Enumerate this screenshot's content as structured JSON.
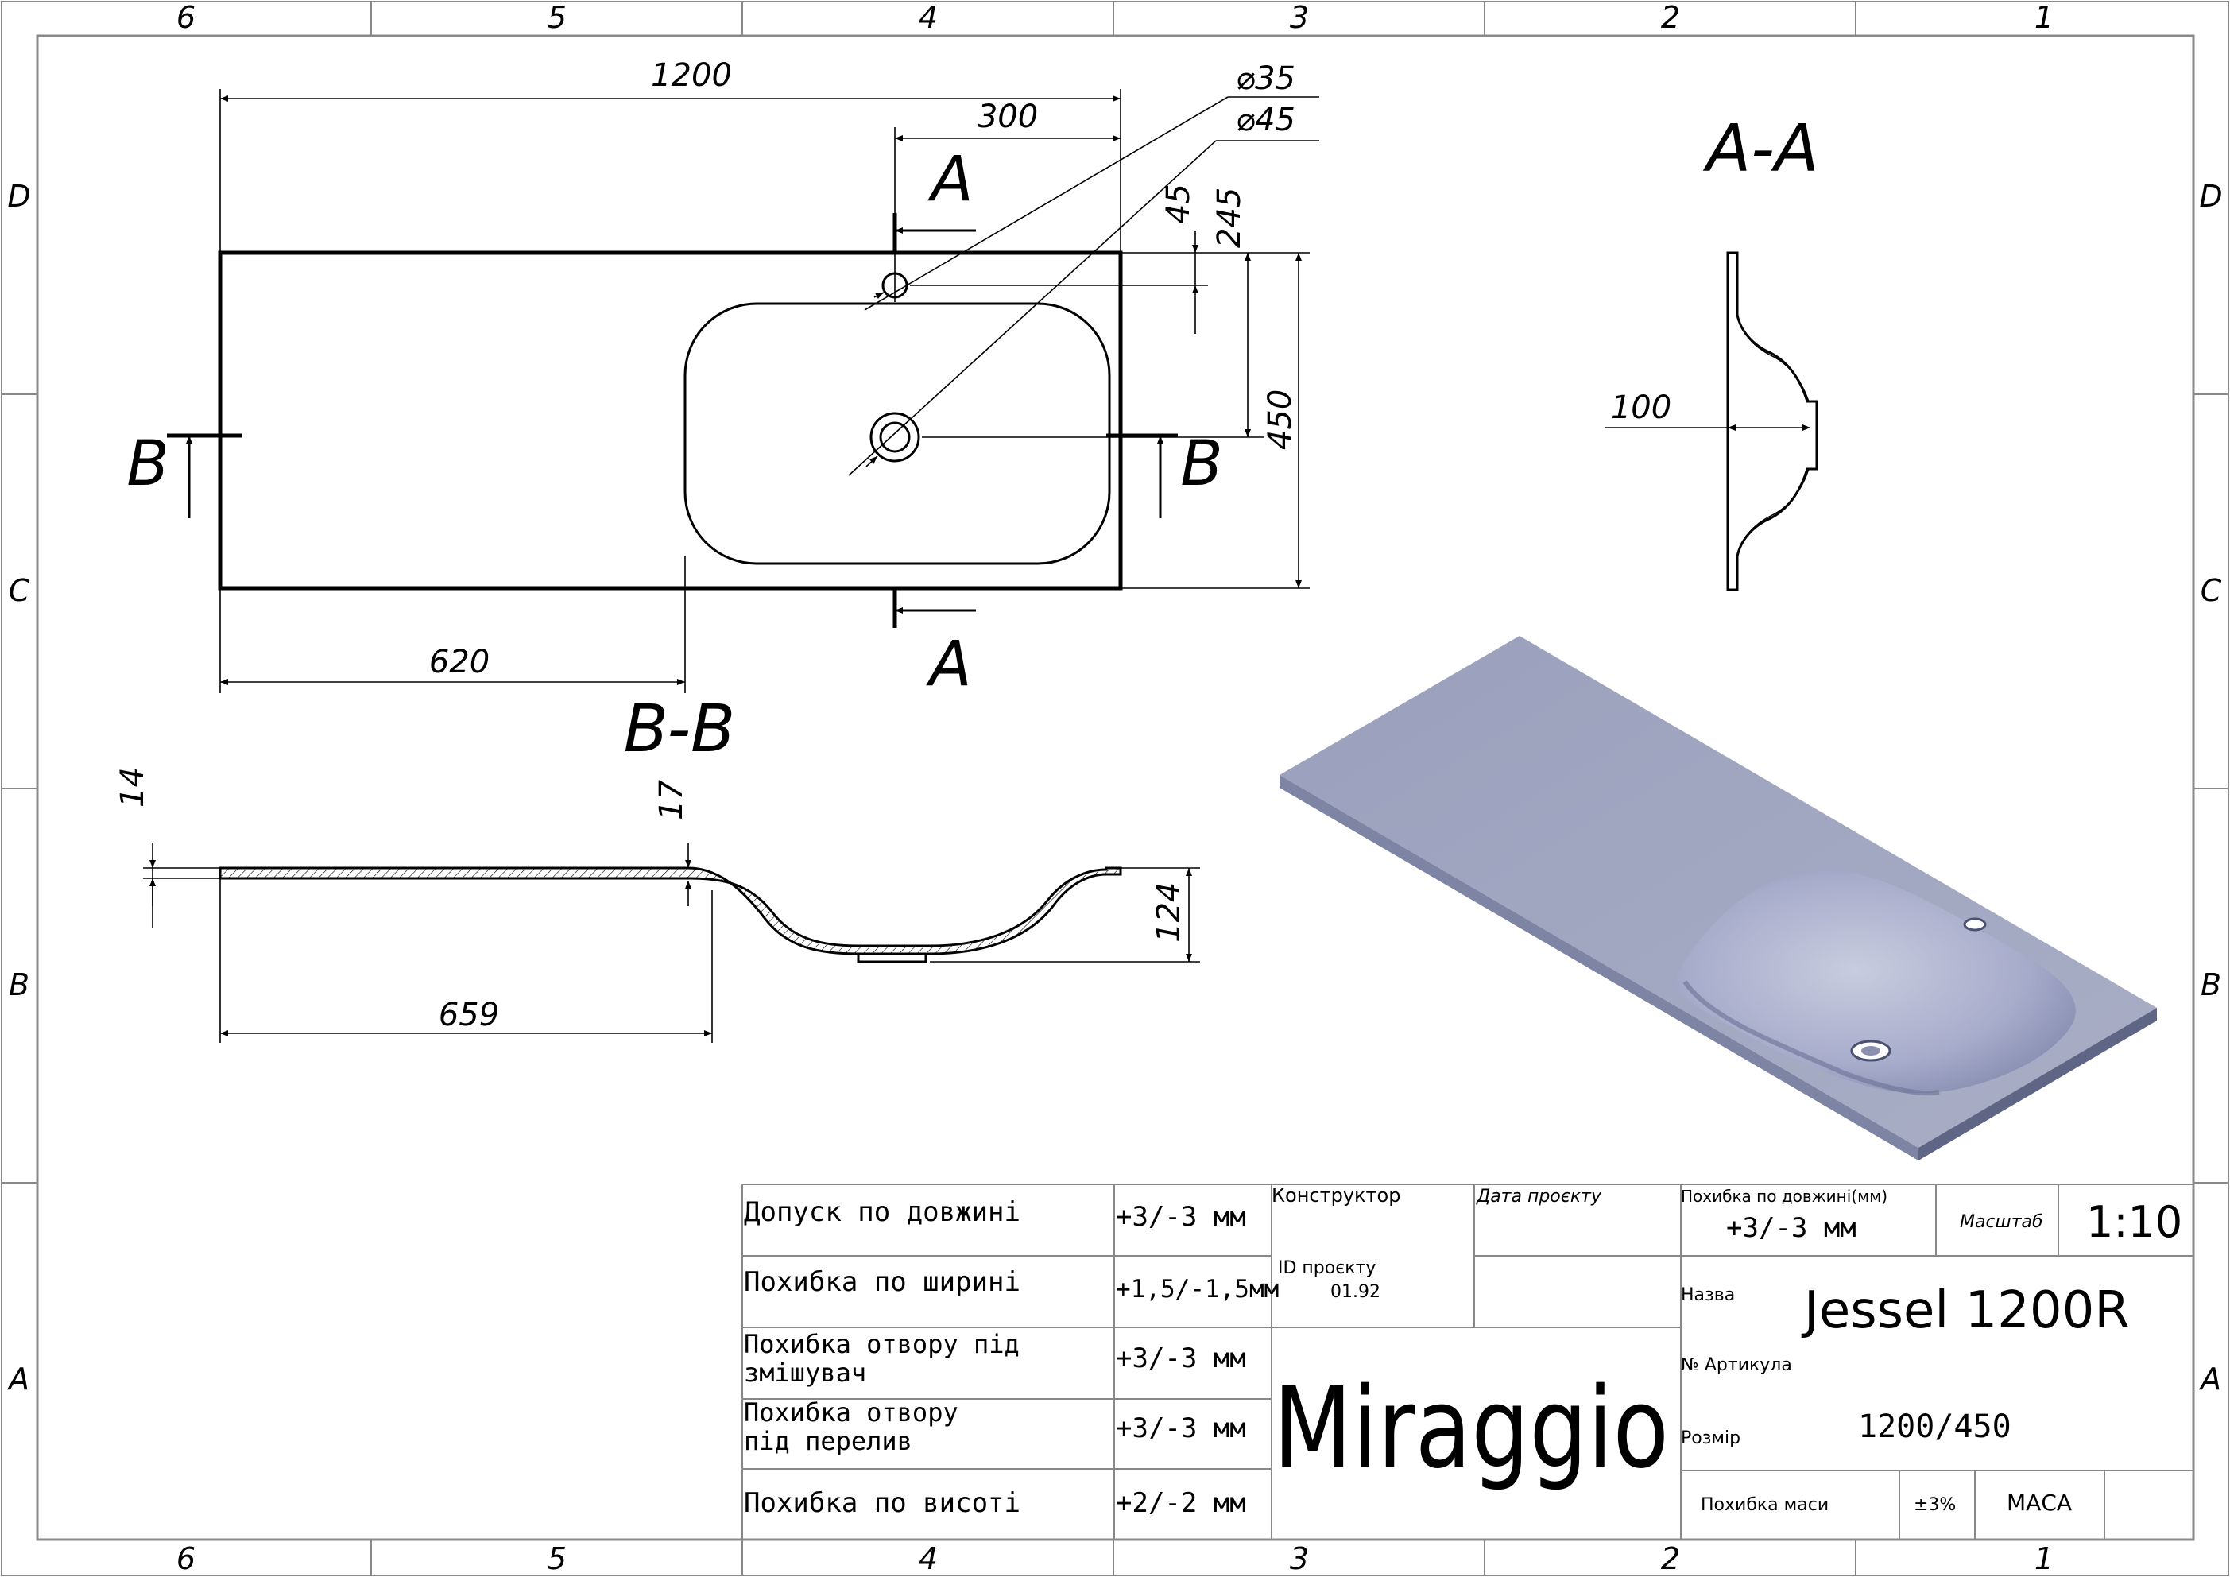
{
  "frame": {
    "columns": [
      "6",
      "5",
      "4",
      "3",
      "2",
      "1"
    ],
    "rows": [
      "D",
      "C",
      "B",
      "A"
    ]
  },
  "plan_view": {
    "dim_length": "1200",
    "dim_300": "300",
    "dim_d35": "⌀35",
    "dim_d45": "⌀45",
    "dim_45": "45",
    "dim_245": "245",
    "dim_450": "450",
    "dim_620": "620",
    "section_a": "A",
    "section_b": "B"
  },
  "section_aa": {
    "title": "A-A",
    "dim_100": "100"
  },
  "section_bb": {
    "title": "B-B",
    "dim_14": "14",
    "dim_17": "17",
    "dim_124": "124",
    "dim_659": "659"
  },
  "title_block": {
    "tolerances": [
      {
        "label": "Допуск по довжині",
        "value": "+3/-3 мм"
      },
      {
        "label": "Похибка по ширині",
        "value": "+1,5/-1,5мм"
      },
      {
        "label": "Похибка отвору під змішувач",
        "value": "+3/-3 мм"
      },
      {
        "label": "Похибка отвору під перелив",
        "value": "+3/-3 мм"
      },
      {
        "label": "Похибка по висоті",
        "value": "+2/-2 мм"
      }
    ],
    "designer_label": "Конструктор",
    "project_date_label": "Дата проєкту",
    "project_id_label": "ID проєкту",
    "project_id_value": "01.92",
    "company": "Miraggio",
    "length_tol_label": "Похибка по довжині(мм)",
    "length_tol_value": "+3/-3 мм",
    "scale_label": "Масштаб",
    "scale_value": "1:10",
    "name_label": "Назва",
    "name_value": "Jessel 1200R",
    "article_label": "№ Артикула",
    "size_label": "Розмір",
    "size_value": "1200/450",
    "mass_tol_label": "Похибка маси",
    "mass_tol_value": "±3%",
    "mass_label": "МАСА"
  }
}
